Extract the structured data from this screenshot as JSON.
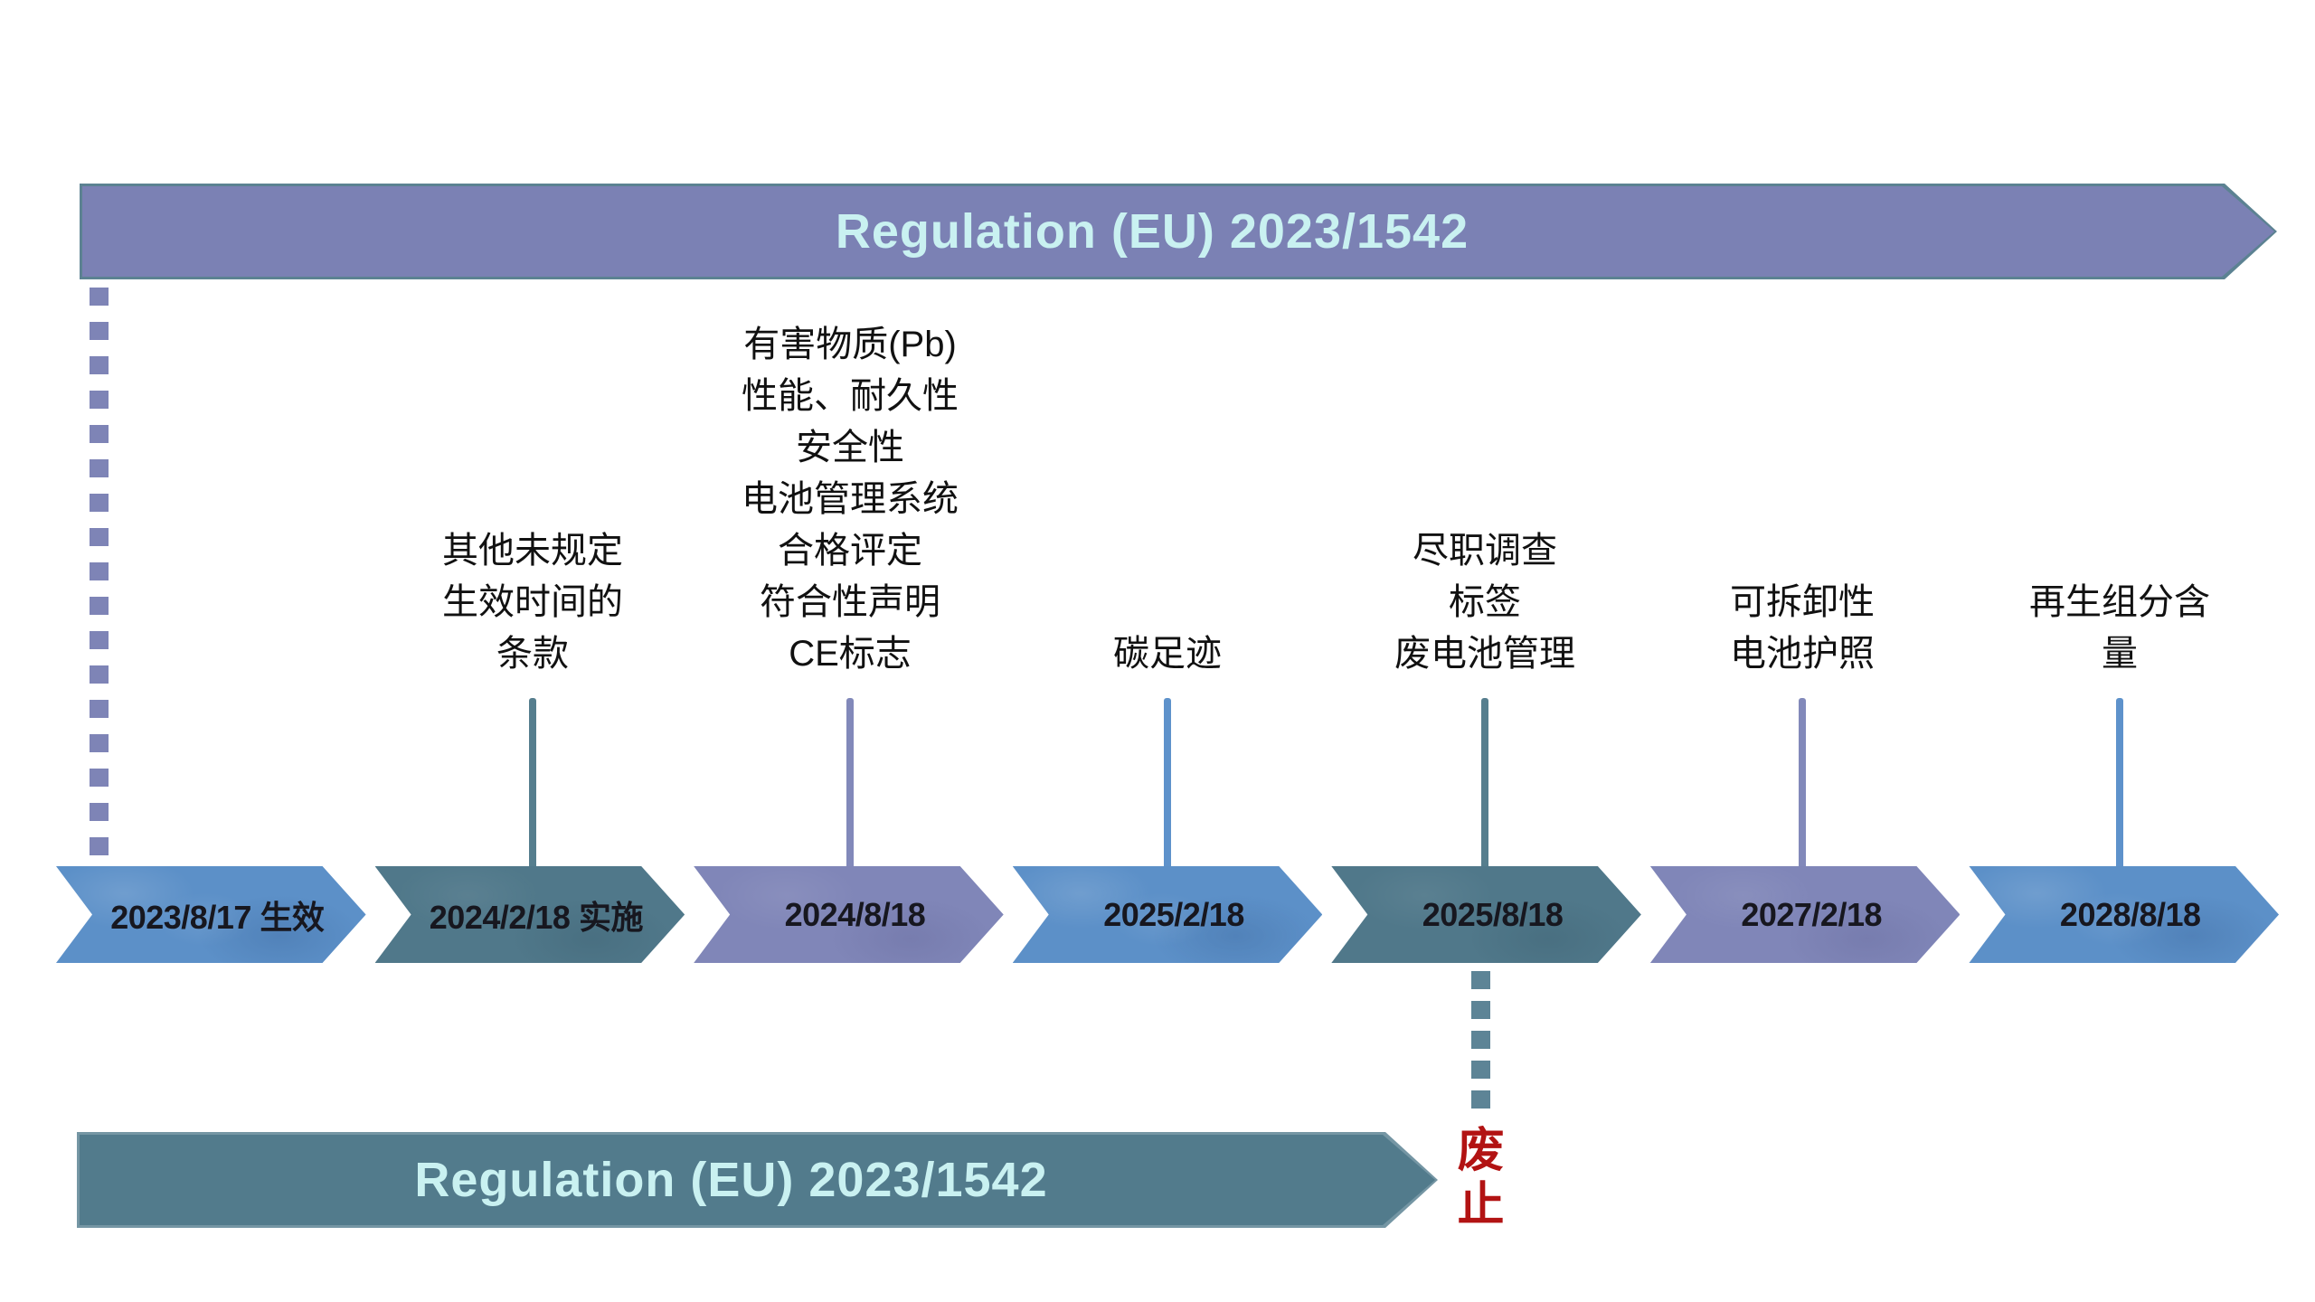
{
  "top_banner": {
    "title": "Regulation (EU) 2023/1542"
  },
  "bottom_banner": {
    "title": "Regulation (EU) 2023/1542"
  },
  "repeal": {
    "label": "废止"
  },
  "colors": {
    "banner_purple": "#7b81b4",
    "banner_teal": "#527b8c",
    "banner_outline": "#5c8292",
    "banner_text": "#c9f1f1",
    "chevron_blue": "#5c90c8",
    "chevron_teal": "#50788a",
    "chevron_purple": "#8086b8",
    "date_text": "#17171f",
    "label_text": "#111111",
    "repeal_red": "#b21313"
  },
  "milestones": [
    {
      "date": "2023/8/17 生效",
      "color": "blue",
      "label": ""
    },
    {
      "date": "2024/2/18 实施",
      "color": "teal",
      "label": "其他未规定\n生效时间的\n条款"
    },
    {
      "date": "2024/8/18",
      "color": "purple",
      "label": "有害物质(Pb)\n性能、耐久性\n安全性\n电池管理系统\n合格评定\n符合性声明\nCE标志"
    },
    {
      "date": "2025/2/18",
      "color": "blue",
      "label": "碳足迹"
    },
    {
      "date": "2025/8/18",
      "color": "teal",
      "label": "尽职调查\n标签\n废电池管理"
    },
    {
      "date": "2027/2/18",
      "color": "purple",
      "label": "可拆卸性\n电池护照"
    },
    {
      "date": "2028/8/18",
      "color": "blue",
      "label": "再生组分含量"
    }
  ]
}
